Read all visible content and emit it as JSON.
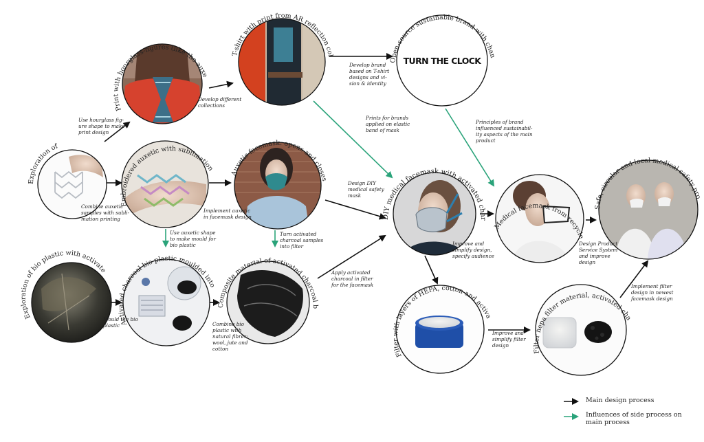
{
  "nodes": [
    {
      "id": "n1",
      "title": "Exploration of Auxetics",
      "img_icon": "auxetic-sample-hand-image"
    },
    {
      "id": "n2",
      "title": "Print with hourglass-figures (like the auxetics)",
      "img_icon": "red-shirt-print-image"
    },
    {
      "id": "n3",
      "title": "T-shirt with print from AR reflection collection",
      "img_icon": "tshirt-collection-image"
    },
    {
      "id": "n4",
      "title": "Open-source sustainable brand with changing themes",
      "logo": "TURN THE CLOCK"
    },
    {
      "id": "n5",
      "title": "Embroidered auxetic with sublimation printed colours",
      "img_icon": "embroidered-auxetic-image"
    },
    {
      "id": "n6",
      "title": "Auxetic facemask: opens and closes based on distance from other people",
      "img_icon": "auxetic-facemask-image"
    },
    {
      "id": "n7",
      "title": "DIY medical facemask with activated charcoal filter",
      "img_icon": "diy-facemask-image"
    },
    {
      "id": "n8",
      "title": "Medical facemask from recycled polyester for health professionals",
      "img_icon": "recycled-facemask-image"
    },
    {
      "id": "n9",
      "title": "Safe, circular and local medical safety product service system",
      "img_icon": "product-service-image"
    },
    {
      "id": "n10",
      "title": "Exploration of bio plastic with activated charcoal",
      "img_icon": "bio-plastic-image"
    },
    {
      "id": "n11",
      "title": "Activated charcoal bio plastic moulded into auxetic shape",
      "img_icon": "moulded-bioplastic-image"
    },
    {
      "id": "n12",
      "title": "Composite material of activated charcoal bio plastic with natural fibres",
      "img_icon": "composite-material-image"
    },
    {
      "id": "n13",
      "title": "Filter with layers of HEPA, cotton and activated charcoal",
      "img_icon": "filter-jar-image"
    },
    {
      "id": "n14",
      "title": "Filter hepa filter material, activated charcoal powder and plastic",
      "img_icon": "filter-materials-image"
    }
  ],
  "annotations": {
    "a1": "Use hourglass fig-\nure shape to make\nprint design",
    "a2": "Develop different\ncollections",
    "a3": "Develop brand\nbased on T-shirt\ndesigns and vi-\nsion & identity",
    "a4": "Prints for brands\napplied on elastic\nband of mask",
    "a5": "Principles of brand\ninfluenced sustainabil-\nity aspects of the main\nproduct",
    "a6": "Combine auxetic\nsamples with subli-\nmation printing",
    "a7": "Implement auxetic\nin facemask design",
    "a8": "Design DIY\nmedical safety\nmask",
    "a9": "Use auxetic shape\nto make mould for\nbio plastic",
    "a10": "Turn activated\ncharcoal samples\ninto filter",
    "a11": "Improve and\nsimplify design,\nspecify audience",
    "a12": "Design Product\nService System\nand improve\ndesign",
    "a13": "Apply activated\ncharcoal in filter\nfor the facemask",
    "a14": "Mould the bio\nplastic",
    "a15": "Combine bio\nplastic with\nnatural fibres;\nwool, jute and\ncotton",
    "a16": "Improve and\nsimplify filter\ndesign",
    "a17": "Implement filter\ndesign in newest\nfacemask design"
  },
  "legend": {
    "main": "Main design process",
    "side": "Influences of side process on\nmain process"
  },
  "colors": {
    "main": "#111111",
    "side": "#2aa37a"
  }
}
